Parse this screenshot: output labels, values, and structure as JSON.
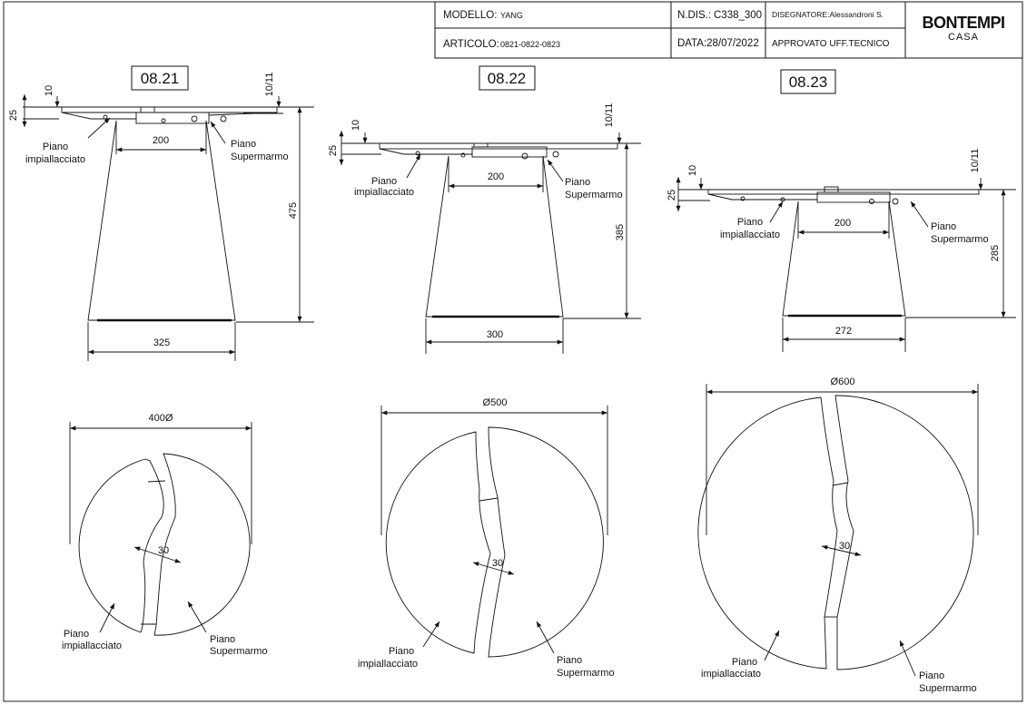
{
  "title_block": {
    "modello_key": "MODELLO:",
    "modello_val": "YANG",
    "articolo_key": "ARTICOLO:",
    "articolo_val": "0821-0822-0823",
    "ndis_key": "N.DIS.:",
    "ndis_val": "C338_300",
    "data": "DATA:28/07/2022",
    "disegnatore": "DISEGNATORE:Alessandroni S.",
    "approvato": "APPROVATO UFF.TECNICO",
    "brand": "BONTEMPI",
    "brand_sub": "CASA"
  },
  "views": [
    {
      "code": "08.21",
      "dims": {
        "top": "10",
        "top_edge": "25",
        "side_top": "10/11",
        "neck": "200",
        "height": "475",
        "base": "325",
        "diameter": "400Ø",
        "gap": "30"
      },
      "labels": {
        "left_1": "Piano",
        "left_2": "impiallacciato",
        "right_1": "Piano",
        "right_2": "Supermarmo"
      }
    },
    {
      "code": "08.22",
      "dims": {
        "top": "10",
        "top_edge": "25",
        "side_top": "10/11",
        "neck": "200",
        "height": "385",
        "base": "300",
        "diameter": "Ø500",
        "gap": "30"
      },
      "labels": {
        "left_1": "Piano",
        "left_2": "impiallacciato",
        "right_1": "Piano",
        "right_2": "Supermarmo"
      }
    },
    {
      "code": "08.23",
      "dims": {
        "top": "10",
        "top_edge": "25",
        "side_top": "10/11",
        "neck": "200",
        "height": "285",
        "base": "272",
        "diameter": "Ø600",
        "gap": "30"
      },
      "labels": {
        "left_1": "Piano",
        "left_2": "impiallacciato",
        "right_1": "Piano",
        "right_2": "Supermarmo"
      }
    }
  ]
}
